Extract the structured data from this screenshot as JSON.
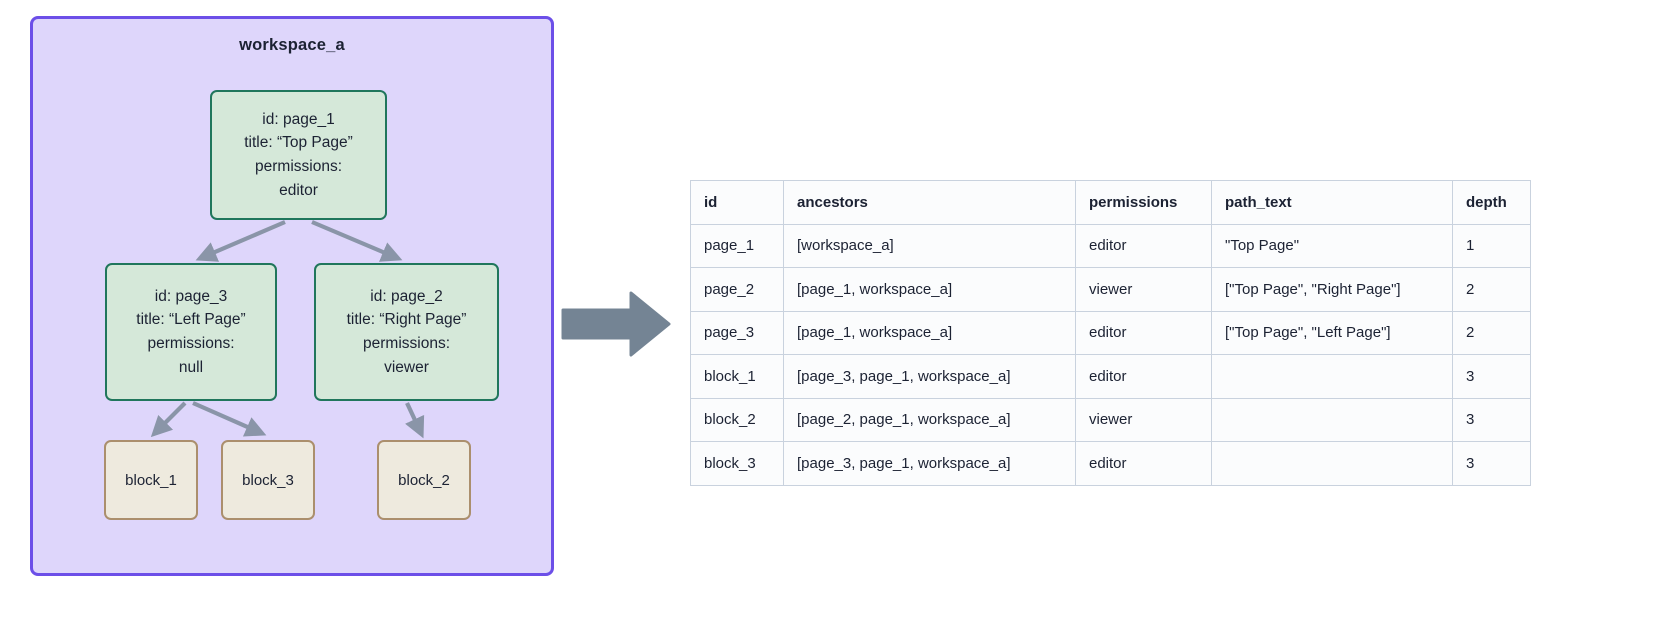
{
  "workspace": {
    "title": "workspace_a",
    "container_color": "#ded6fb",
    "border_color": "#6c4fe8",
    "page_node_fill": "#d5e8d9",
    "page_node_border": "#20765c",
    "block_node_fill": "#eeeade",
    "block_node_border": "#ab8f6d",
    "edge_color": "#8a95a8",
    "nodes": [
      {
        "key": "page_1",
        "type": "page",
        "line_id": "id: page_1",
        "line_title": "title: “Top Page”",
        "line_permissions_label": "permissions:",
        "line_permissions_value": "editor"
      },
      {
        "key": "page_3",
        "type": "page",
        "line_id": "id: page_3",
        "line_title": "title: “Left Page”",
        "line_permissions_label": "permissions:",
        "line_permissions_value": "null"
      },
      {
        "key": "page_2",
        "type": "page",
        "line_id": "id: page_2",
        "line_title": "title: “Right Page”",
        "line_permissions_label": "permissions:",
        "line_permissions_value": "viewer"
      },
      {
        "key": "block_1",
        "type": "block",
        "label": "block_1"
      },
      {
        "key": "block_3",
        "type": "block",
        "label": "block_3"
      },
      {
        "key": "block_2",
        "type": "block",
        "label": "block_2"
      }
    ]
  },
  "transition": {
    "icon": "right-arrow-icon",
    "color": "#748494"
  },
  "table": {
    "columns": [
      "id",
      "ancestors",
      "permissions",
      "path_text",
      "depth"
    ],
    "rows": [
      {
        "id": "page_1",
        "ancestors": "[workspace_a]",
        "permissions": "editor",
        "path_text": "\"Top Page\"",
        "depth": "1"
      },
      {
        "id": "page_2",
        "ancestors": "[page_1, workspace_a]",
        "permissions": "viewer",
        "path_text": "[\"Top Page\", \"Right Page\"]",
        "depth": "2"
      },
      {
        "id": "page_3",
        "ancestors": "[page_1, workspace_a]",
        "permissions": "editor",
        "path_text": "[\"Top Page\", \"Left Page\"]",
        "depth": "2"
      },
      {
        "id": "block_1",
        "ancestors": "[page_3, page_1, workspace_a]",
        "permissions": "editor",
        "path_text": "",
        "depth": "3"
      },
      {
        "id": "block_2",
        "ancestors": "[page_2, page_1, workspace_a]",
        "permissions": "viewer",
        "path_text": "",
        "depth": "3"
      },
      {
        "id": "block_3",
        "ancestors": "[page_3, page_1, workspace_a]",
        "permissions": "editor",
        "path_text": "",
        "depth": "3"
      }
    ]
  }
}
